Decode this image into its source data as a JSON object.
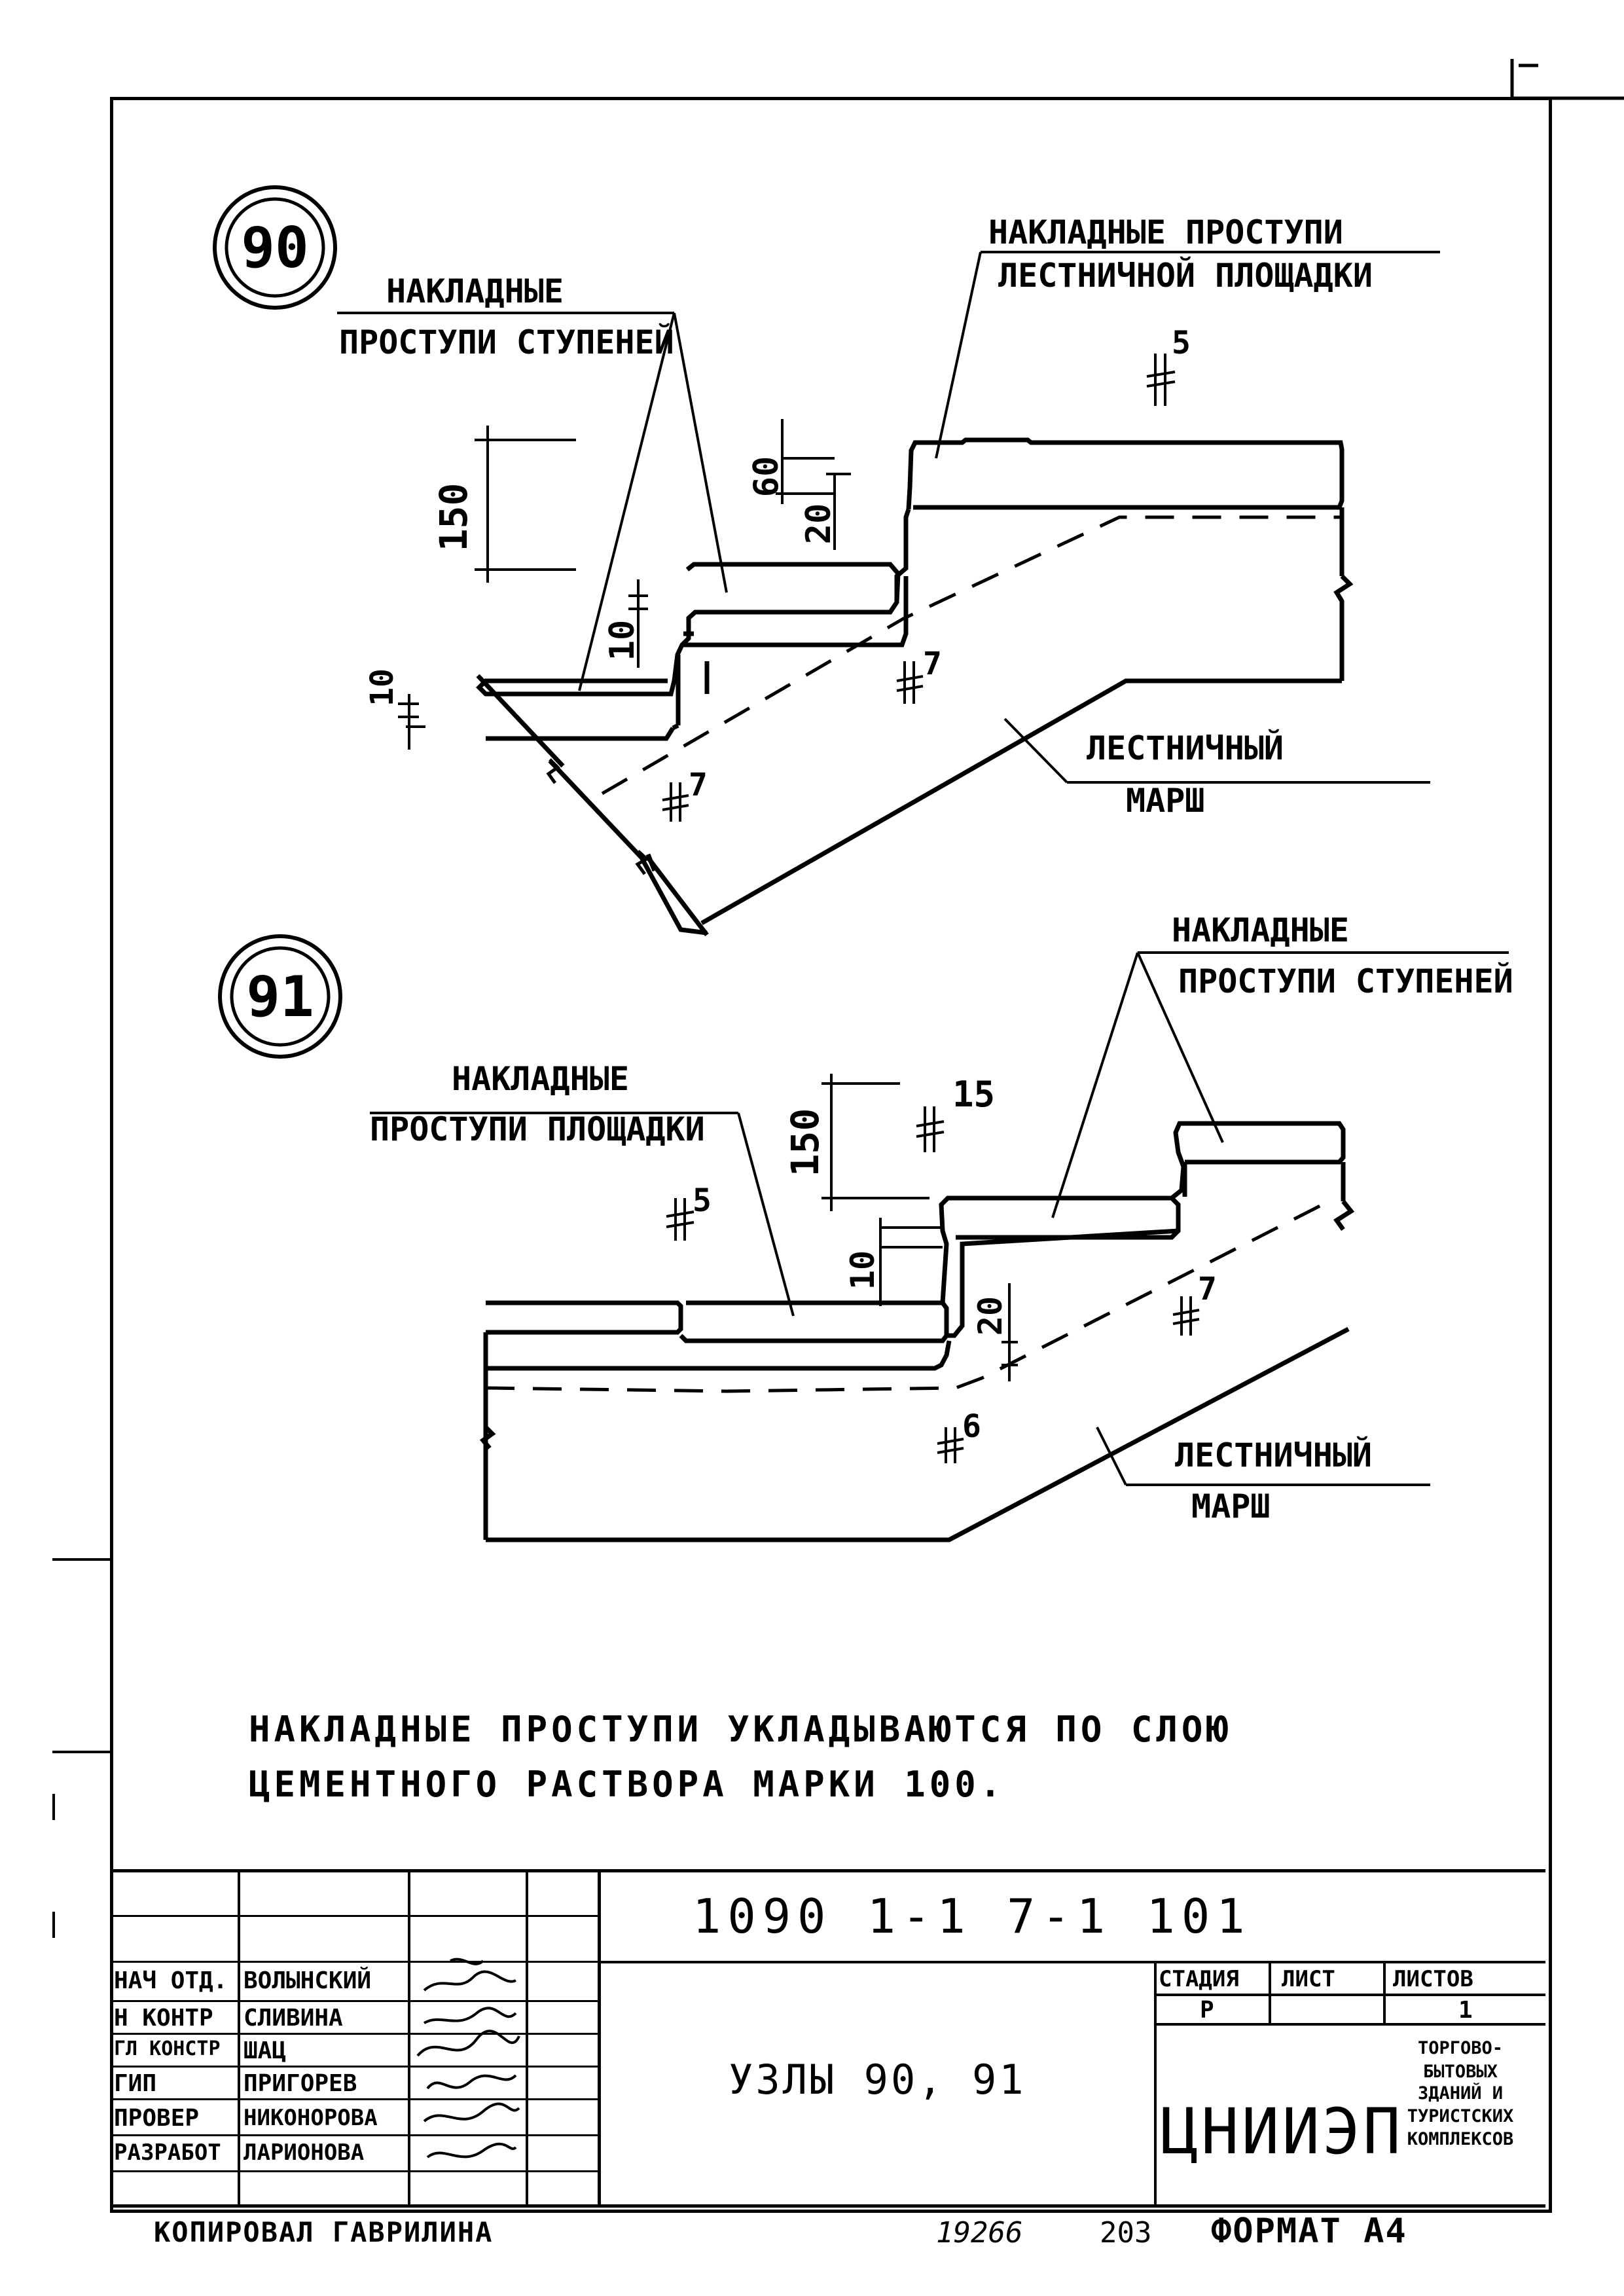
{
  "details": {
    "d90": {
      "marker": "90",
      "label_landing_treads": [
        "НАКЛАДНЫЕ ПРОСТУПИ",
        "ЛЕСТНИЧНОЙ ПЛОЩАДКИ"
      ],
      "label_step_treads": [
        "НАКЛАДНЫЕ",
        "ПРОСТУПИ СТУПЕНЕЙ"
      ],
      "label_flight": [
        "ЛЕСТНИЧНЫЙ",
        "МАРШ"
      ],
      "dim_150": "150",
      "dim_60": "60",
      "dim_20": "20",
      "dim_10a": "10",
      "dim_10b": "10",
      "ref_5": "5",
      "ref_7a": "7",
      "ref_7b": "7"
    },
    "d91": {
      "marker": "91",
      "label_step_treads": [
        "НАКЛАДНЫЕ",
        "ПРОСТУПИ СТУПЕНЕЙ"
      ],
      "label_landing_treads": [
        "НАКЛАДНЫЕ",
        "ПРОСТУПИ ПЛОЩАДКИ"
      ],
      "label_flight": [
        "ЛЕСТНИЧНЫЙ",
        "МАРШ"
      ],
      "dim_150": "150",
      "dim_15": "15",
      "dim_10": "10",
      "dim_20": "20",
      "ref_5": "5",
      "ref_7": "7",
      "ref_6": "6"
    }
  },
  "note": {
    "line1": "НАКЛАДНЫЕ ПРОСТУПИ УКЛАДЫВАЮТСЯ ПО СЛОЮ",
    "line2": "ЦЕМЕНТНОГО РАСТВОРА МАРКИ 100."
  },
  "title_block": {
    "code": "1090 1-1    7-1  101",
    "sheet_title": "УЗЛЫ 90, 91",
    "org": "ЦНИИЭП",
    "org_sub": [
      "ТОРГОВО-",
      "БЫТОВЫХ",
      "ЗДАНИЙ И",
      "ТУРИСТСКИХ",
      "КОМПЛЕКСОВ"
    ],
    "col_stage": "СТАДИЯ",
    "col_sheet": "ЛИСТ",
    "col_sheets": "ЛИСТОВ",
    "stage": "Р",
    "sheet": "",
    "sheets": "1",
    "roles": [
      {
        "role": "НАЧ ОТД.",
        "name": "ВОЛЫНСКИЙ"
      },
      {
        "role": "Н КОНТР",
        "name": "СЛИВИНА"
      },
      {
        "role": "ГЛ КОНСТР",
        "name": "ШАЦ"
      },
      {
        "role": "ГИП",
        "name": "ПРИГОРЕВ"
      },
      {
        "role": "ПРОВЕР",
        "name": "НИКОНОРОВА"
      },
      {
        "role": "РАЗРАБОТ",
        "name": "ЛАРИОНОВА"
      }
    ]
  },
  "footer": {
    "copied": "КОПИРОВАЛ   ГАВРИЛИНА",
    "number": "19266",
    "page": "203",
    "format": "ФОРМАТ А4"
  }
}
